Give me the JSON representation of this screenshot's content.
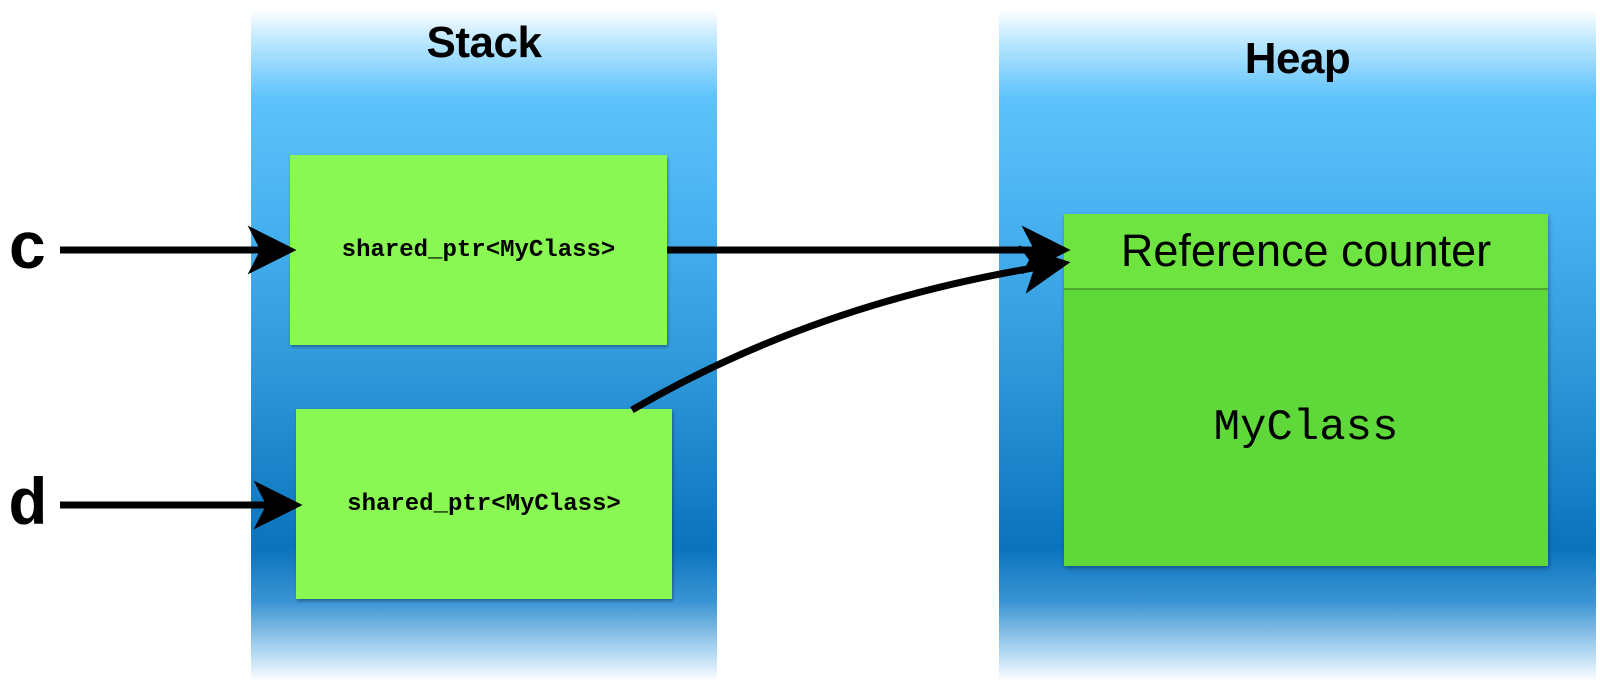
{
  "stack": {
    "title": "Stack"
  },
  "heap": {
    "title": "Heap",
    "object": {
      "header": "Reference counter",
      "body": "MyClass"
    }
  },
  "variables": [
    {
      "name": "c",
      "type": "shared_ptr<MyClass>"
    },
    {
      "name": "d",
      "type": "shared_ptr<MyClass>"
    }
  ]
}
